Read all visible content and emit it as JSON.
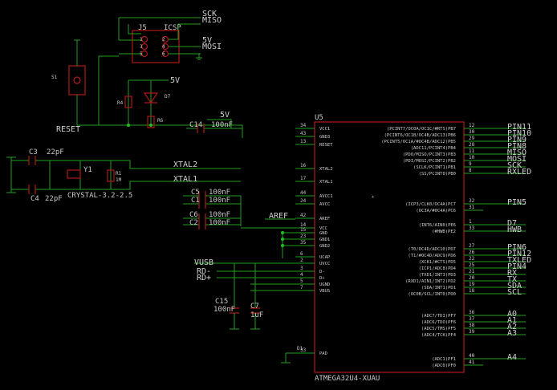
{
  "ic": {
    "ref": "U5",
    "part": "ATMEGA32U4-XUAU",
    "left_pins": [
      {
        "num": "34",
        "name": "VCC1"
      },
      {
        "num": "43",
        "name": "GND3"
      },
      {
        "num": "13",
        "name": "RESET"
      },
      {
        "num": "16",
        "name": "XTAL2"
      },
      {
        "num": "17",
        "name": "XTAL1"
      },
      {
        "num": "44",
        "name": "AVCC1"
      },
      {
        "num": "24",
        "name": "AVCC"
      },
      {
        "num": "42",
        "name": "AREF"
      },
      {
        "num": "14",
        "name": "VCC"
      },
      {
        "num": "15",
        "name": "GND"
      },
      {
        "num": "23",
        "name": "GND1"
      },
      {
        "num": "35",
        "name": "GND2"
      },
      {
        "num": "6",
        "name": "UCAP"
      },
      {
        "num": "2",
        "name": "UVCC"
      },
      {
        "num": "3",
        "name": "D-"
      },
      {
        "num": "4",
        "name": "D+"
      },
      {
        "num": "5",
        "name": "UGND"
      },
      {
        "num": "7",
        "name": "VBUS"
      },
      {
        "num": "33",
        "name": "PAD"
      }
    ],
    "right_pins": [
      {
        "num": "12",
        "name": "(PCINT7/OC0A/OC1C/#RTS)PB7",
        "net": "PIN11"
      },
      {
        "num": "30",
        "name": "(PCINT6/OC1B/OC4B/ADC13)PB6",
        "net": "PIN10"
      },
      {
        "num": "29",
        "name": "(PCINT5/OC1A/#OC4B/ADC12)PB5",
        "net": "PIN9"
      },
      {
        "num": "28",
        "name": "(ADC11/PCINT4)PB4",
        "net": "PIN8"
      },
      {
        "num": "11",
        "name": "(PDO/MISO/PCINT3)PB3",
        "net": "MISO"
      },
      {
        "num": "10",
        "name": "(PDI/MOSI/PCINT2)PB2",
        "net": "MOSI"
      },
      {
        "num": "9",
        "name": "(SCLK/PCINT1)PB1",
        "net": "SCK"
      },
      {
        "num": "8",
        "name": "(SS/PCINT0)PB0",
        "net": "RXLED"
      },
      {
        "num": "32",
        "name": "(ICP3/CLK0/OC4A)PC7",
        "net": "PIN5"
      },
      {
        "num": "31",
        "name": "(OC3A/#0C4A)PC6",
        "net": ""
      },
      {
        "num": "1",
        "name": "(INT6/AIN0)PE6",
        "net": "D7"
      },
      {
        "num": "33",
        "name": "(#HWB)PE2",
        "net": "HWB"
      },
      {
        "num": "27",
        "name": "(T0/OC4D/ADC10)PD7",
        "net": "PIN6"
      },
      {
        "num": "26",
        "name": "(T1/#OC4D/ADC9)PD6",
        "net": "PIN12"
      },
      {
        "num": "22",
        "name": "(XCK1/#CTS)PD5",
        "net": "TXLED"
      },
      {
        "num": "25",
        "name": "(ICP1/ADC8)PD4",
        "net": "PIN4"
      },
      {
        "num": "21",
        "name": "(TXD1/INT3)PD3",
        "net": "RX"
      },
      {
        "num": "20",
        "name": "(RXD1/AIN1/INT2)PD2",
        "net": "TX"
      },
      {
        "num": "19",
        "name": "(SDA/INT1)PD1",
        "net": "SDA"
      },
      {
        "num": "18",
        "name": "(OC0B/SCL/INT0)PD0",
        "net": "SCL"
      },
      {
        "num": "36",
        "name": "(ADC7/TDI)PF7",
        "net": "A0"
      },
      {
        "num": "37",
        "name": "(ADC6/TDO)PF6",
        "net": "A1"
      },
      {
        "num": "38",
        "name": "(ADC5/TMS)PF5",
        "net": "A2"
      },
      {
        "num": "39",
        "name": "(ADC4/TCK)PF4",
        "net": "A3"
      },
      {
        "num": "40",
        "name": "(ADC1)PF1",
        "net": "A4"
      },
      {
        "num": "41",
        "name": "(ADC0)PF0",
        "net": ""
      }
    ]
  },
  "icsp": {
    "ref": "J5",
    "name": "ICSP",
    "pins": [
      "1",
      "2",
      "3",
      "4",
      "5",
      "6"
    ],
    "nets": [
      "SCK",
      "MISO",
      "5V",
      "MOSI"
    ]
  },
  "components": {
    "c3": {
      "ref": "C3",
      "val": "22pF"
    },
    "c4": {
      "ref": "C4",
      "val": "22pF"
    },
    "y1": {
      "ref": "Y1",
      "val": "CRYSTAL-3.2-2.5"
    },
    "r1": {
      "ref": "R1",
      "val": "1M"
    },
    "c14": {
      "ref": "C14",
      "val": "100nF"
    },
    "c5": {
      "ref": "C5",
      "val": "100nF"
    },
    "c1": {
      "ref": "C1",
      "val": "100nF"
    },
    "c6": {
      "ref": "C6",
      "val": "100nF"
    },
    "c2": {
      "ref": "C2",
      "val": "100nF"
    },
    "c15": {
      "ref": "C15",
      "val": "100nF"
    },
    "c7": {
      "ref": "C7",
      "val": "1uF"
    },
    "d1": {
      "ref": "D1"
    },
    "r4": {
      "ref": "R4"
    },
    "r6": {
      "ref": "R6"
    },
    "d7": {
      "ref": "D7"
    },
    "s1": {
      "ref": "S1"
    }
  },
  "nets": {
    "sck": "SCK",
    "miso": "MISO",
    "v5": "5V",
    "mosi": "MOSI",
    "reset": "RESET",
    "xtal2": "XTAL2",
    "xtal1": "XTAL1",
    "aref": "AREF",
    "vusb": "VUSB",
    "rd": "RD-",
    "rdp": "RD+"
  }
}
